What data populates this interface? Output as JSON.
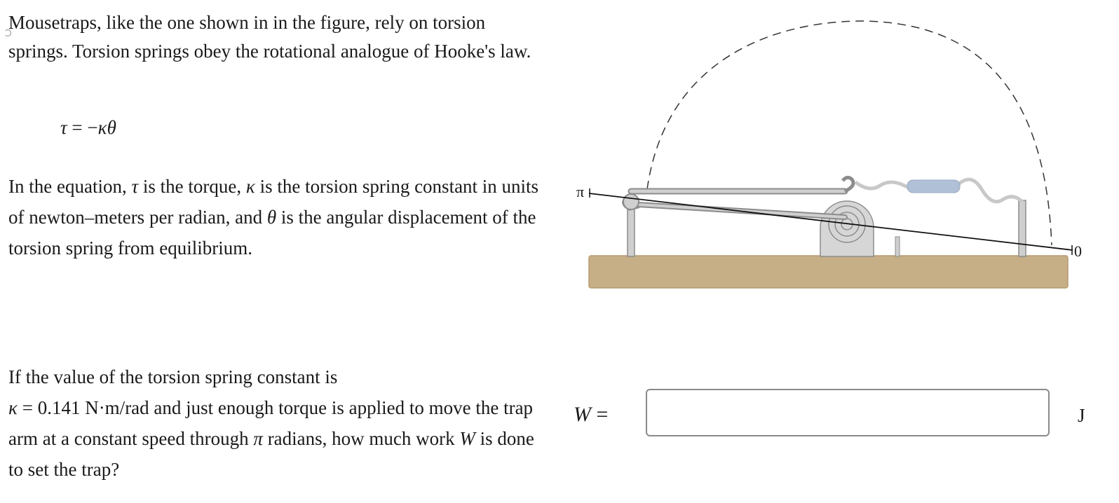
{
  "intro": {
    "text": "Mousetraps, like the one shown in in the figure, rely on torsion springs. Torsion springs obey the rotational analogue of Hooke's law."
  },
  "equation": {
    "tau": "τ",
    "equals": " = −",
    "kappa": "κ",
    "theta": "θ"
  },
  "description": {
    "part1": "In the equation, ",
    "tau": "τ",
    "part2": " is the torque, ",
    "kappa": "κ",
    "part3": " is the torsion spring constant in units of newton–meters per radian, and ",
    "theta": "θ",
    "part4": " is the angular displacement of the torsion spring from equilibrium."
  },
  "question": {
    "part1": "If the value of the torsion spring constant is",
    "kappa": "κ",
    "part2": " = 0.141 N·m/rad and just enough torque is applied to move the trap arm at a constant speed through ",
    "pi": "π",
    "part3": " radians, how much work ",
    "W": "W",
    "part4": " is done to set the trap?"
  },
  "answer": {
    "label_var": "W",
    "label_eq": " =",
    "value": "",
    "placeholder": "",
    "unit": "J"
  },
  "figure": {
    "label_pi": "π",
    "label_zero": "0"
  }
}
